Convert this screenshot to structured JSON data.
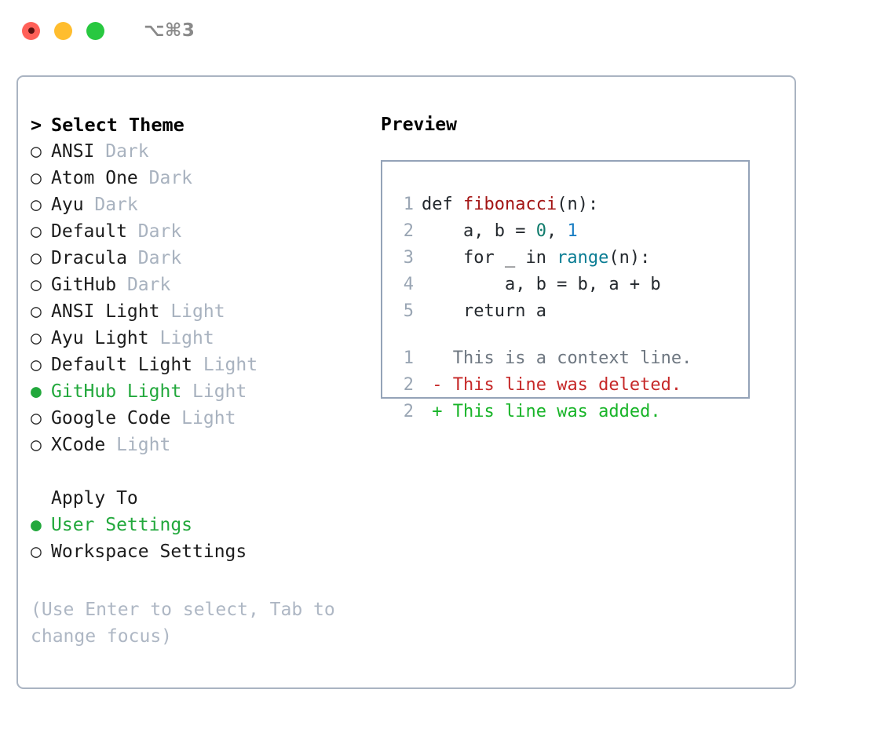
{
  "titlebar": {
    "shortcut": "⌥⌘3",
    "buttons": {
      "close": "close-window",
      "minimize": "minimize-window",
      "maximize": "maximize-window"
    }
  },
  "theme_panel": {
    "header": "Select Theme",
    "caret": ">",
    "bullet_unselected": "○",
    "bullet_selected": "●",
    "items": [
      {
        "name": "ANSI",
        "kind": "Dark",
        "selected": false
      },
      {
        "name": "Atom One",
        "kind": "Dark",
        "selected": false
      },
      {
        "name": "Ayu",
        "kind": "Dark",
        "selected": false
      },
      {
        "name": "Default",
        "kind": "Dark",
        "selected": false
      },
      {
        "name": "Dracula",
        "kind": "Dark",
        "selected": false
      },
      {
        "name": "GitHub",
        "kind": "Dark",
        "selected": false
      },
      {
        "name": "ANSI Light",
        "kind": "Light",
        "selected": false
      },
      {
        "name": "Ayu Light",
        "kind": "Light",
        "selected": false
      },
      {
        "name": "Default Light",
        "kind": "Light",
        "selected": false
      },
      {
        "name": "GitHub Light",
        "kind": "Light",
        "selected": true
      },
      {
        "name": "Google Code",
        "kind": "Light",
        "selected": false
      },
      {
        "name": "XCode",
        "kind": "Light",
        "selected": false
      }
    ]
  },
  "apply_to": {
    "label": "Apply To",
    "options": [
      {
        "name": "User Settings",
        "selected": true
      },
      {
        "name": "Workspace Settings",
        "selected": false
      }
    ]
  },
  "help_text": "(Use Enter to select, Tab to change focus)",
  "preview": {
    "title": "Preview",
    "code_lines": [
      {
        "num": "1",
        "tokens": [
          {
            "t": "def ",
            "c": "tok-def"
          },
          {
            "t": "fibonacci",
            "c": "tok-fn"
          },
          {
            "t": "(n):",
            "c": "tok-plain"
          }
        ]
      },
      {
        "num": "2",
        "tokens": [
          {
            "t": "    a, b = ",
            "c": "tok-plain"
          },
          {
            "t": "0",
            "c": "tok-num0"
          },
          {
            "t": ", ",
            "c": "tok-plain"
          },
          {
            "t": "1",
            "c": "tok-num1"
          }
        ]
      },
      {
        "num": "3",
        "tokens": [
          {
            "t": "    for _ in ",
            "c": "tok-plain"
          },
          {
            "t": "range",
            "c": "tok-builtin"
          },
          {
            "t": "(n):",
            "c": "tok-plain"
          }
        ]
      },
      {
        "num": "4",
        "tokens": [
          {
            "t": "        a, b = b, a + b",
            "c": "tok-plain"
          }
        ]
      },
      {
        "num": "5",
        "tokens": [
          {
            "t": "    return a",
            "c": "tok-plain"
          }
        ]
      }
    ],
    "diff_lines": [
      {
        "num": "1",
        "marker": " ",
        "text": " This is a context line.",
        "cls": "diff-ctx"
      },
      {
        "num": "2",
        "marker": "-",
        "text": " This line was deleted.",
        "cls": "diff-del"
      },
      {
        "num": "2",
        "marker": "+",
        "text": " This line was added.",
        "cls": "diff-add"
      }
    ]
  },
  "colors": {
    "accent_green": "#22a83c",
    "muted": "#a8b2bf",
    "border": "#94a3b8",
    "diff_add": "#18b428",
    "diff_del": "#c62828"
  }
}
